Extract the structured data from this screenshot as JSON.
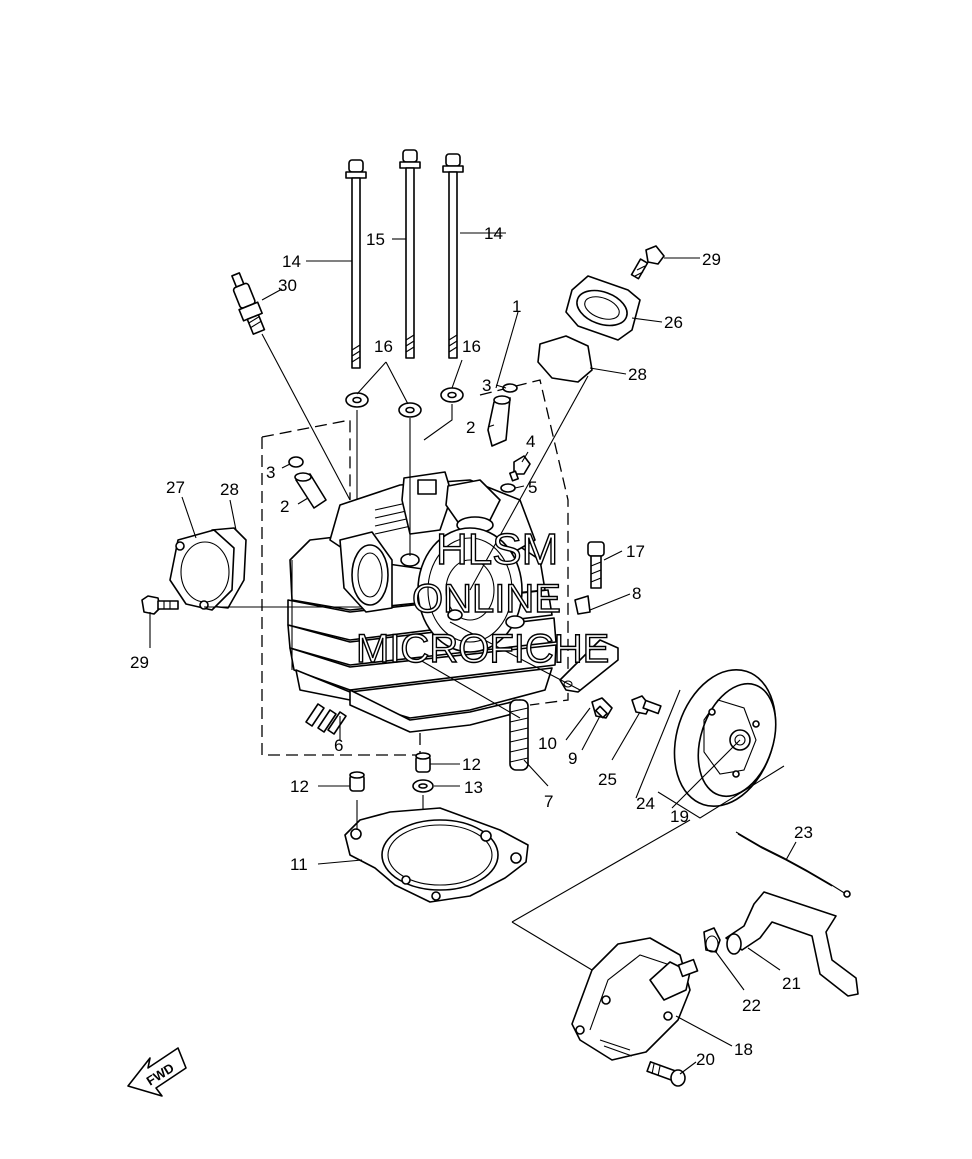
{
  "callouts": {
    "c1": "1",
    "c2a": "2",
    "c2b": "2",
    "c3a": "3",
    "c3b": "3",
    "c4": "4",
    "c5": "5",
    "c6": "6",
    "c7": "7",
    "c8": "8",
    "c9": "9",
    "c10": "10",
    "c11": "11",
    "c12a": "12",
    "c12b": "12",
    "c13": "13",
    "c14a": "14",
    "c14b": "14",
    "c15": "15",
    "c16a": "16",
    "c16b": "16",
    "c17": "17",
    "c18": "18",
    "c19": "19",
    "c20": "20",
    "c21": "21",
    "c22": "22",
    "c23": "23",
    "c24": "24",
    "c25": "25",
    "c26": "26",
    "c27": "27",
    "c28a": "28",
    "c28b": "28",
    "c29a": "29",
    "c29b": "29",
    "c30": "30"
  },
  "watermark": {
    "line1": "HLSM",
    "line2": "ONLINE",
    "line3": "MICROFICHE"
  },
  "fwd_arrow": {
    "label": "FWD"
  }
}
